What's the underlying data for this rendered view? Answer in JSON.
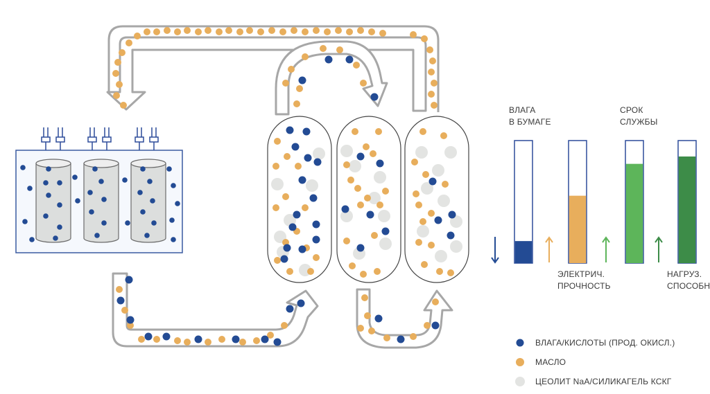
{
  "colors": {
    "moisture": "#234b94",
    "oil": "#e8ae5c",
    "sorbent": "#e3e4e2",
    "outline": "#a7a7a7",
    "tank_border": "#3a5aa0",
    "bar_frame": "#2d4c9a",
    "bar_moisture": "#234b94",
    "bar_strength": "#e8ae5c",
    "bar_life": "#5db55a",
    "bar_load": "#3d8c48"
  },
  "gauges": [
    {
      "id": "moisture",
      "label_lines": [
        "ВЛАГА",
        "В БУМАГЕ"
      ],
      "label_position": "above",
      "fill_level": 0.18,
      "arrow": "down"
    },
    {
      "id": "strength",
      "label_lines": [
        "ЭЛЕКТРИЧ.",
        "ПРОЧНОСТЬ"
      ],
      "label_position": "below",
      "fill_level": 0.55,
      "arrow": "up"
    },
    {
      "id": "life",
      "label_lines": [
        "СРОК",
        "СЛУЖБЫ"
      ],
      "label_position": "above",
      "fill_level": 0.81,
      "arrow": "up"
    },
    {
      "id": "load",
      "label_lines": [
        "НАГРУЗ.",
        "СПОСОБН."
      ],
      "label_position": "below",
      "fill_level": 0.87,
      "arrow": "up"
    }
  ],
  "legend": [
    {
      "swatch": "moisture",
      "label": "ВЛАГА/КИСЛОТЫ (ПРОД. ОКИСЛ.)"
    },
    {
      "swatch": "oil",
      "label": "МАСЛО"
    },
    {
      "swatch": "sorbent",
      "label": "ЦЕОЛИТ NaA/СИЛИКАГЕЛЬ КСКГ"
    }
  ]
}
